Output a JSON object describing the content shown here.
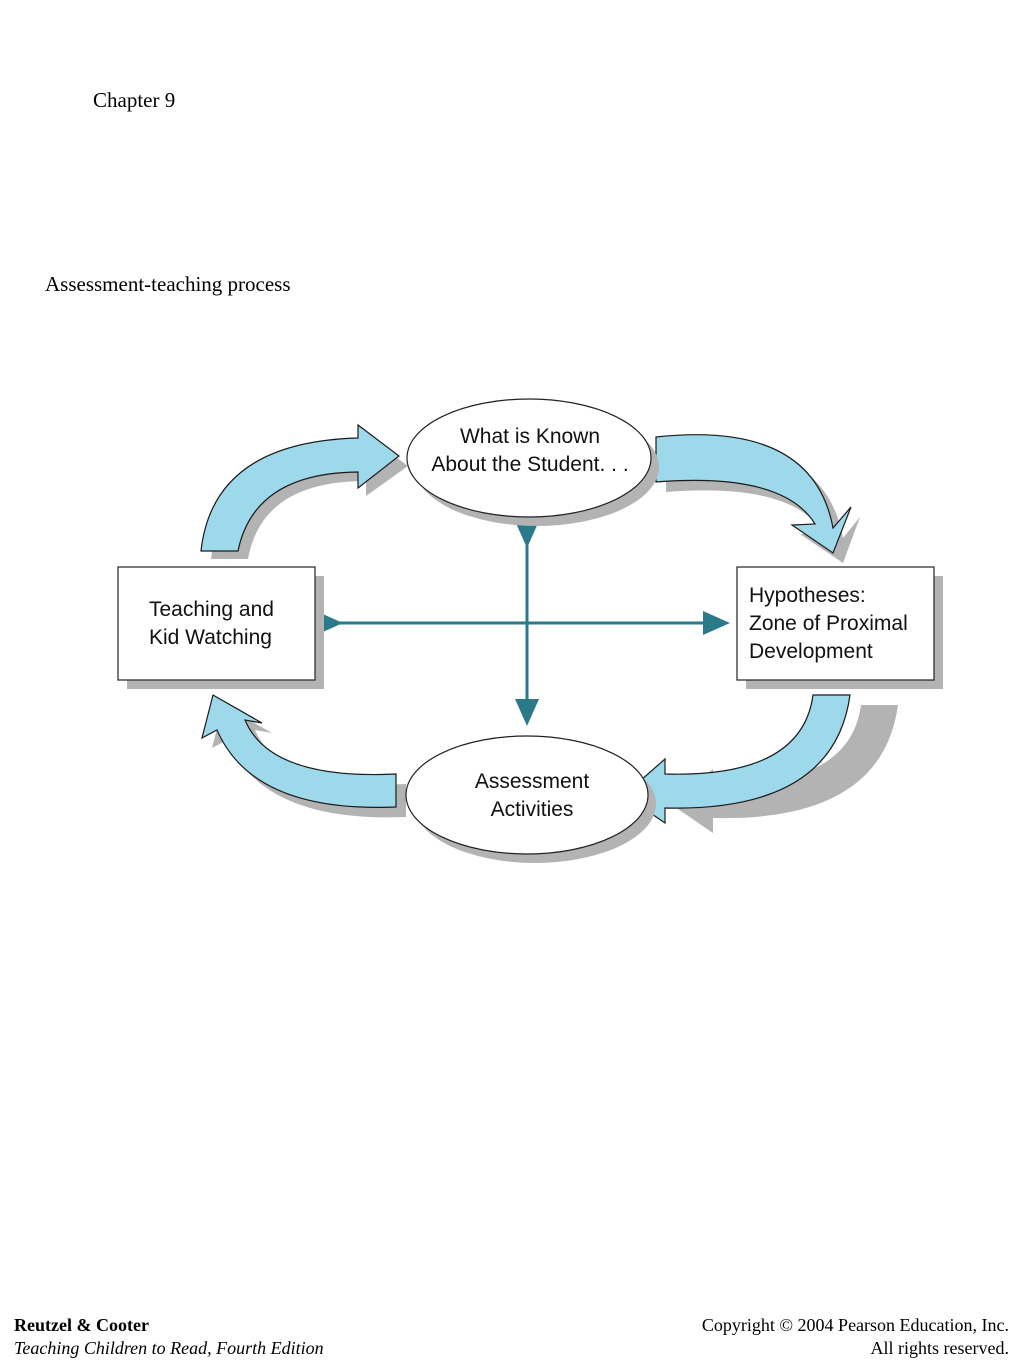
{
  "header": {
    "chapter": "Chapter 9",
    "caption": "Assessment-teaching process"
  },
  "diagram": {
    "nodes": {
      "top": [
        "What is Known",
        "About the Student. . ."
      ],
      "right": [
        "Hypotheses:",
        "Zone of Proximal",
        "Development"
      ],
      "bottom": [
        "Assessment",
        "Activities"
      ],
      "left": [
        "Teaching and",
        "Kid Watching"
      ]
    },
    "colors": {
      "arrow_fill": "#9dd9eb",
      "cross_lines": "#2a7a8a",
      "shadow": "#b3b3b3"
    }
  },
  "footer": {
    "authors": "Reutzel & Cooter",
    "book": "Teaching Children to Read, Fourth Edition",
    "copyright": "Copyright © 2004 Pearson Education, Inc.",
    "rights": "All rights reserved."
  }
}
